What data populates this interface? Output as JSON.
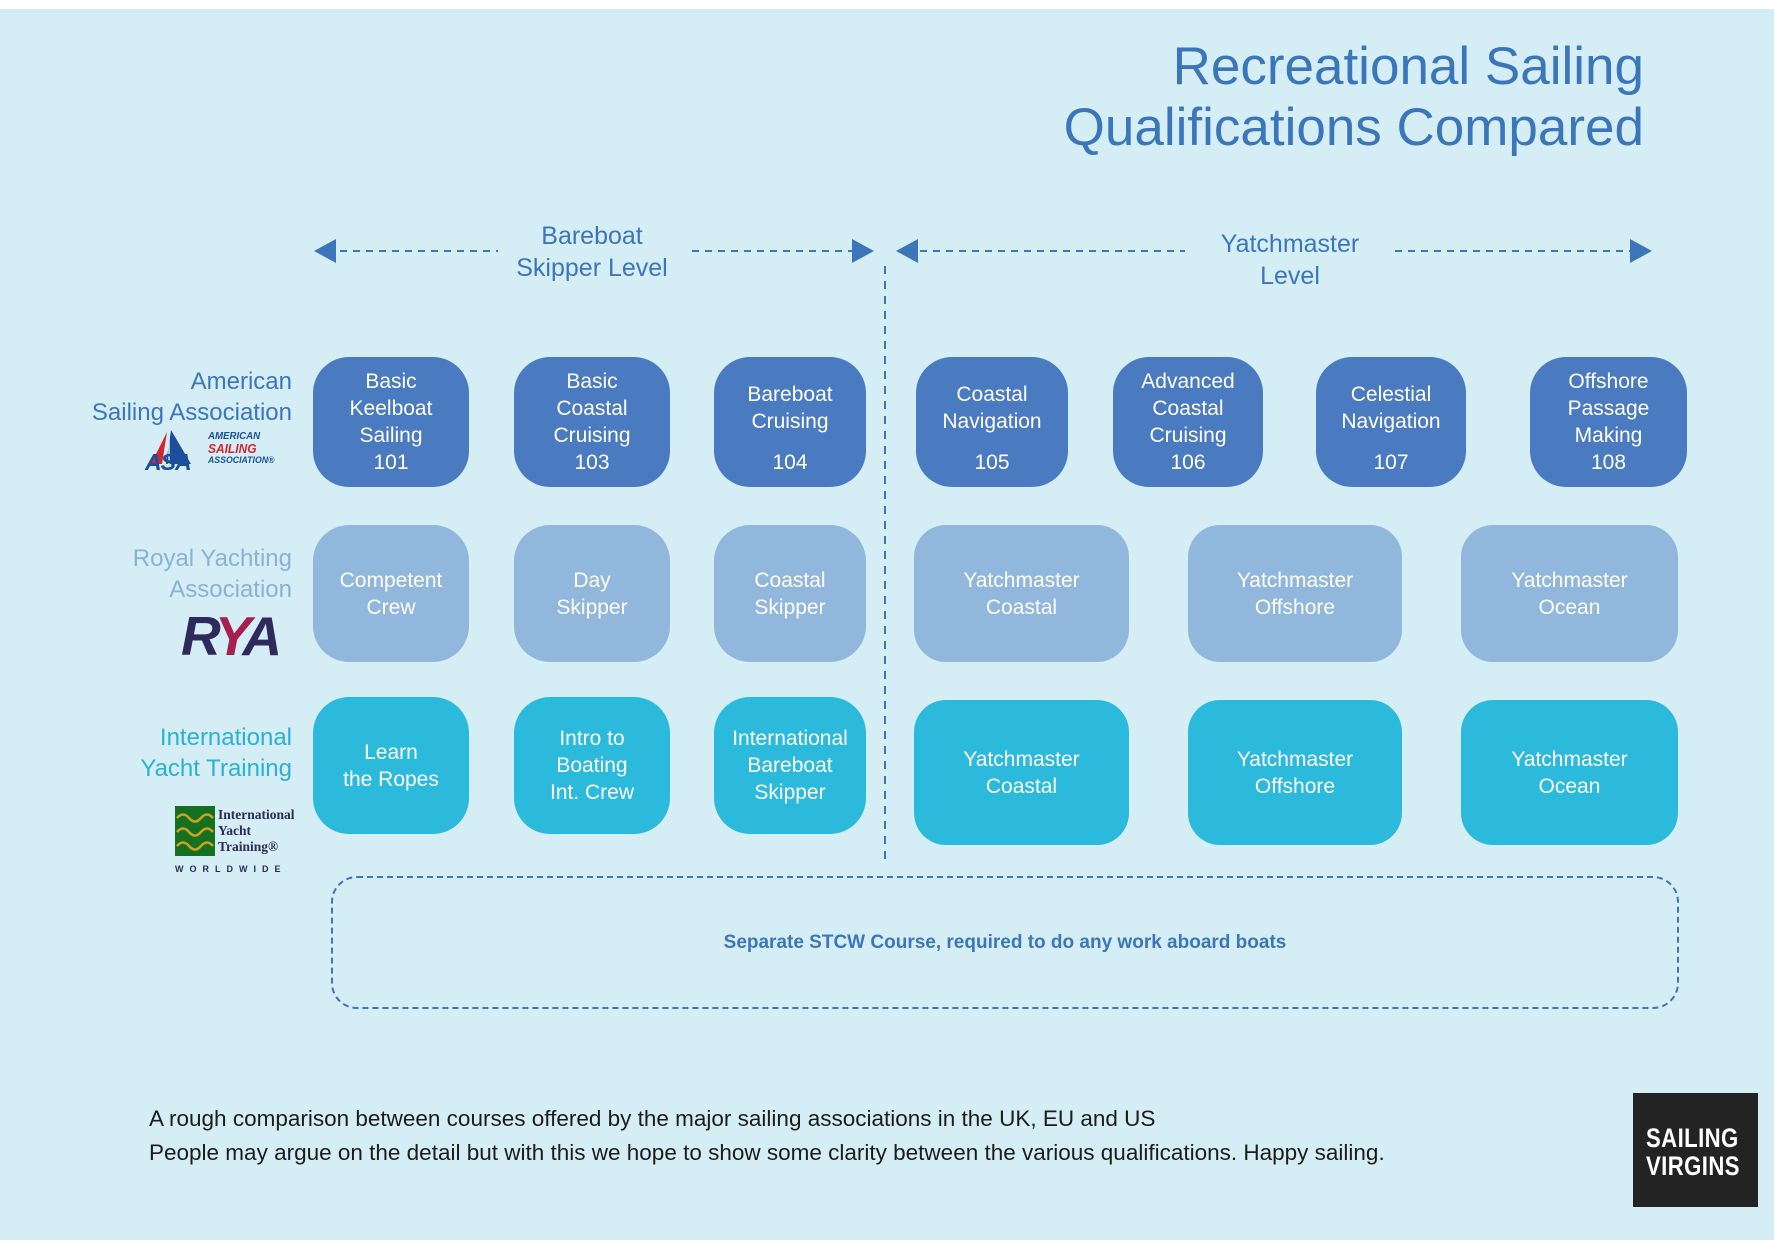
{
  "title": {
    "line1": "Recreational Sailing",
    "line2": "Qualifications Compared"
  },
  "levels": {
    "bareboat": {
      "line1": "Bareboat",
      "line2": "Skipper Level"
    },
    "yatchmaster": {
      "label": "Yatchmaster Level"
    }
  },
  "colors": {
    "background": "#d5eef5",
    "accent_blue": "#3c76ba",
    "asa_box": "#4a7abf",
    "rya_box": "#92b7dc",
    "iyt_box": "#2bbadb",
    "rya_label": "#8ab1d8",
    "iyt_label": "#2cb0d4",
    "footer_text": "#1c1c1c",
    "brand_bg": "#232323"
  },
  "asa": {
    "label_line1": "American",
    "label_line2": "Sailing Association",
    "logo": {
      "acronym": "ASA",
      "word1": "AMERICAN",
      "word2": "SAILING",
      "word3": "ASSOCIATION®"
    },
    "courses": [
      {
        "lines": [
          "Basic",
          "Keelboat",
          "Sailing"
        ],
        "number": "101"
      },
      {
        "lines": [
          "Basic",
          "Coastal",
          "Cruising"
        ],
        "number": "103"
      },
      {
        "lines": [
          "Bareboat",
          "Cruising"
        ],
        "number": "104"
      },
      {
        "lines": [
          "Coastal",
          "Navigation"
        ],
        "number": "105"
      },
      {
        "lines": [
          "Advanced",
          "Coastal",
          "Cruising"
        ],
        "number": "106"
      },
      {
        "lines": [
          "Celestial",
          "Navigation"
        ],
        "number": "107"
      },
      {
        "lines": [
          "Offshore",
          "Passage",
          "Making"
        ],
        "number": "108"
      }
    ]
  },
  "rya": {
    "label_line1": "Royal Yachting",
    "label_line2": "Association",
    "logo": {
      "r": "R",
      "y": "Y",
      "a": "A"
    },
    "courses": [
      {
        "lines": [
          "Competent",
          "Crew"
        ]
      },
      {
        "lines": [
          "Day",
          "Skipper"
        ]
      },
      {
        "lines": [
          "Coastal",
          "Skipper"
        ]
      },
      {
        "lines": [
          "Yatchmaster",
          "Coastal"
        ]
      },
      {
        "lines": [
          "Yatchmaster",
          "Offshore"
        ]
      },
      {
        "lines": [
          "Yatchmaster",
          "Ocean"
        ]
      }
    ]
  },
  "iyt": {
    "label_line1": "International",
    "label_line2": "Yacht Training",
    "logo": {
      "line1": "International",
      "line2": "Yacht",
      "line3": "Training®",
      "worldwide": "WORLDWIDE"
    },
    "courses": [
      {
        "lines": [
          "Learn",
          "the Ropes"
        ]
      },
      {
        "lines": [
          "Intro to",
          "Boating",
          "Int. Crew"
        ]
      },
      {
        "lines": [
          "International",
          "Bareboat",
          "Skipper"
        ]
      },
      {
        "lines": [
          "Yatchmaster",
          "Coastal"
        ]
      },
      {
        "lines": [
          "Yatchmaster",
          "Offshore"
        ]
      },
      {
        "lines": [
          "Yatchmaster",
          "Ocean"
        ]
      }
    ]
  },
  "stcw": {
    "note": "Separate STCW Course, required to do any work aboard boats"
  },
  "footer": {
    "line1": "A rough comparison between courses offered by the major sailing associations in the UK, EU and US",
    "line2": "People may argue on the detail but with this we hope to show some clarity between the various qualifications.  Happy sailing."
  },
  "brand": {
    "line1": "SAILING",
    "line2": "VIRGINS"
  }
}
